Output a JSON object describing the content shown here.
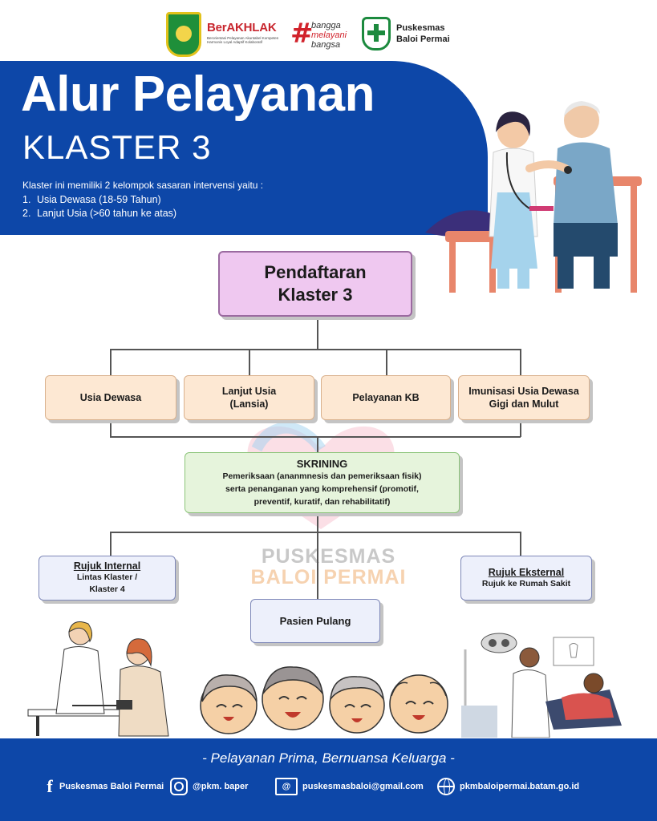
{
  "header": {
    "logo_berakhlak": "BerAKHLAK",
    "logo_berakhlak_sub": "Berorientasi Pelayanan Akuntabel Kompeten Harmonis Loyal Adaptif Kolaboratif",
    "logo_bangga_1": "bangga",
    "logo_bangga_2": "melayani",
    "logo_bangga_3": "bangsa",
    "logo_puskesmas_line1": "Puskesmas",
    "logo_puskesmas_line2": "Baloi Permai"
  },
  "hero": {
    "title": "Alur Pelayanan",
    "subtitle": "KLASTER 3",
    "intro": "Klaster ini memiliki 2 kelompok sasaran intervensi yaitu :",
    "list": [
      {
        "num": "1.",
        "text": "Usia Dewasa (18-59 Tahun)"
      },
      {
        "num": "2.",
        "text": "Lanjut Usia (>60 tahun ke atas)"
      }
    ]
  },
  "flow": {
    "registration_line1": "Pendaftaran",
    "registration_line2": "Klaster 3",
    "categories": [
      {
        "line1": "Usia Dewasa",
        "line2": ""
      },
      {
        "line1": "Lanjut Usia",
        "line2": "(Lansia)"
      },
      {
        "line1": "Pelayanan KB",
        "line2": ""
      },
      {
        "line1": "Imunisasi Usia Dewasa",
        "line2": "Gigi dan Mulut"
      }
    ],
    "screening": {
      "title": "SKRINING",
      "line1": "Pemeriksaan (ananmnesis dan pemeriksaan fisik)",
      "line2": "serta penanganan yang komprehensif (promotif,",
      "line3": "preventif, kuratif, dan rehabilitatif)"
    },
    "internal_referral": {
      "title": "Rujuk Internal",
      "line1": "Lintas Klaster /",
      "line2": "Klaster 4"
    },
    "external_referral": {
      "title": "Rujuk Eksternal",
      "line1": "Rujuk ke Rumah Sakit"
    },
    "discharge": "Pasien Pulang"
  },
  "watermark": {
    "line1": "PUSKESMAS",
    "line2": "BALOI PERMAI"
  },
  "footer": {
    "tagline": "- Pelayanan Prima, Bernuansa Keluarga -",
    "facebook": "Puskesmas Baloi Permai",
    "instagram": "@pkm. baper",
    "email": "puskesmasbaloi@gmail.com",
    "website": "pkmbaloipermai.batam.go.id"
  },
  "icons": [
    "facebook-icon",
    "instagram-icon",
    "email-icon",
    "globe-icon"
  ],
  "colors": {
    "primary_blue": "#0d47a8",
    "registration_box": "#efc8f0",
    "category_box": "#fde8d3",
    "screening_box": "#e6f4dc",
    "referral_box": "#edf0fb"
  }
}
